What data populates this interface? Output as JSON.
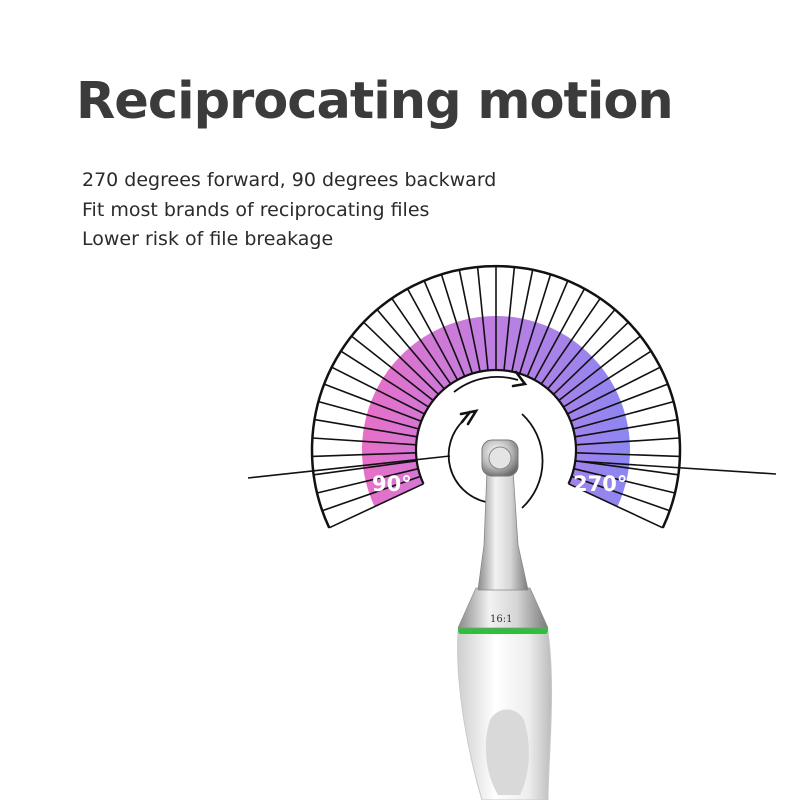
{
  "header": {
    "title": "Reciprocating motion"
  },
  "features": [
    "270 degrees forward, 90 degrees backward",
    "Fit most brands of reciprocating files",
    "Lower risk of file breakage"
  ],
  "dial": {
    "backward_label": "90°",
    "forward_label": "270°",
    "ratio_label": "16:1",
    "gradient_start_color": "#e86fc8",
    "gradient_end_color": "#8c86f2",
    "ring_color": "#111111",
    "band_color": "#2fbf3f"
  }
}
